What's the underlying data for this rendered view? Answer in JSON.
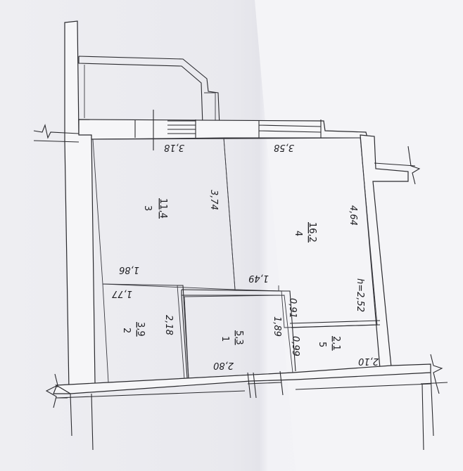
{
  "plan": {
    "rooms": [
      {
        "number": "1",
        "area": "5,3"
      },
      {
        "number": "2",
        "area": "3,9"
      },
      {
        "number": "3",
        "area": "11,4"
      },
      {
        "number": "4",
        "area": "16,2"
      },
      {
        "number": "5",
        "area": "2,1"
      }
    ],
    "dimensions": {
      "room3_width": "3,18",
      "room3_depth": "3,74",
      "room3_bottom": "1,86",
      "room4_width": "3,58",
      "room4_depth": "4,64",
      "room4_height": "h=2,52",
      "corridor_width": "1,49",
      "room2_width": "1,77",
      "room2_depth": "2,18",
      "room1_width": "2,80",
      "room1_depth": "1,89",
      "room5_left": "0,99",
      "room5_upper": "0,91",
      "room5_width": "2,10"
    }
  }
}
